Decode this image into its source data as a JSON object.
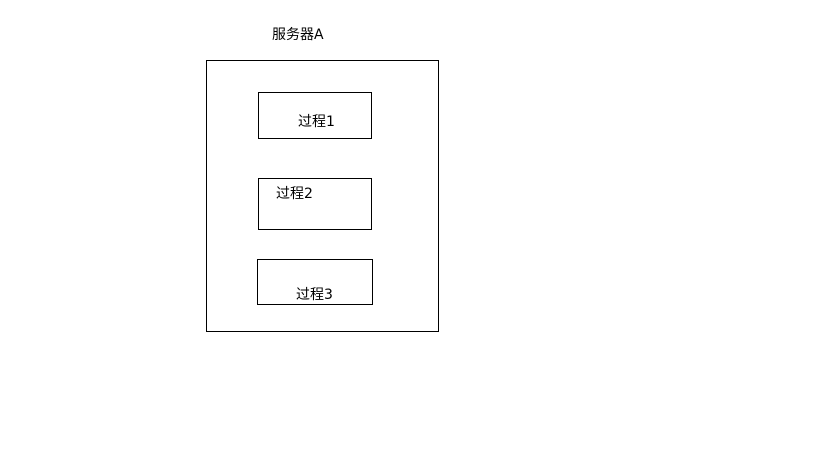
{
  "diagram": {
    "server": {
      "title": "服务器A"
    },
    "processes": [
      {
        "label": "过程1"
      },
      {
        "label": "过程2"
      },
      {
        "label": "过程3"
      }
    ]
  }
}
